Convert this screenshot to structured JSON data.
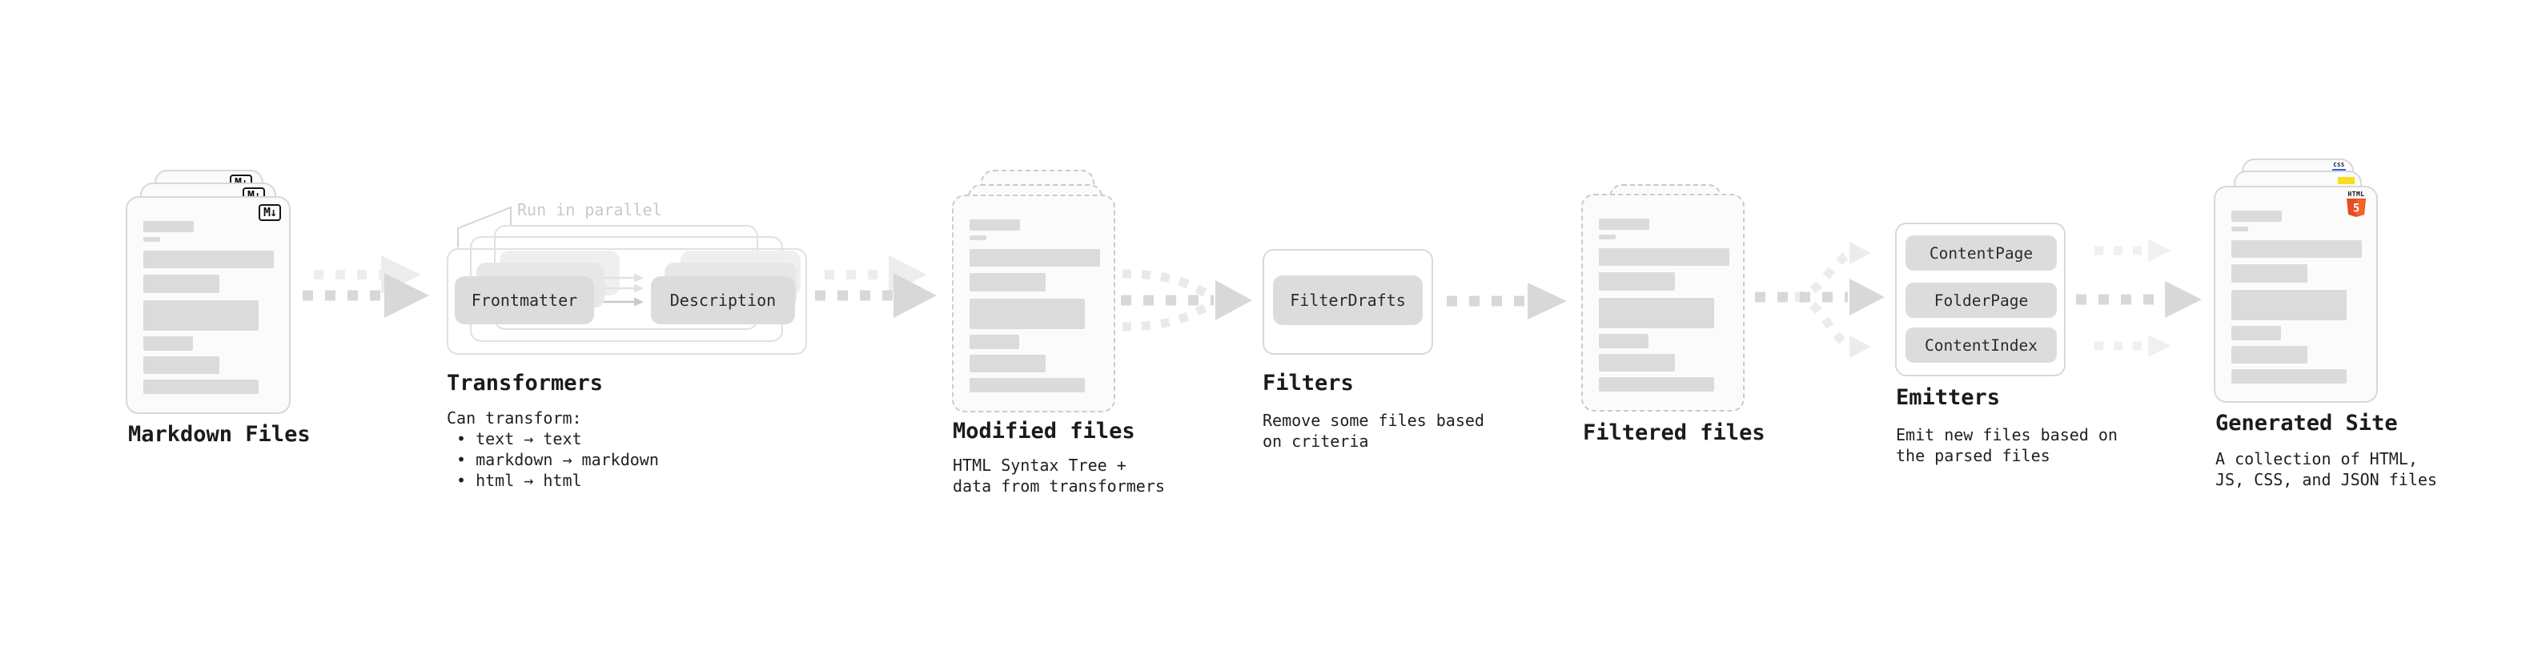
{
  "stages": {
    "markdown": {
      "label": "Markdown Files",
      "badge": "M↓"
    },
    "transformers": {
      "label": "Transformers",
      "note": "Run in parallel",
      "pills": [
        "Frontmatter",
        "Description"
      ],
      "desc_title": "Can transform:",
      "bullet_char": "•",
      "bullets": [
        "text → text",
        "markdown → markdown",
        "html → html"
      ]
    },
    "modified": {
      "label": "Modified files",
      "desc": [
        "HTML Syntax Tree +",
        "data from transformers"
      ]
    },
    "filters": {
      "label": "Filters",
      "pill": "FilterDrafts",
      "desc": [
        "Remove some files based",
        "on criteria"
      ]
    },
    "filtered": {
      "label": "Filtered files"
    },
    "emitters": {
      "label": "Emitters",
      "pills": [
        "ContentPage",
        "FolderPage",
        "ContentIndex"
      ],
      "desc": [
        "Emit new files based on",
        "the parsed files"
      ]
    },
    "generated": {
      "label": "Generated Site",
      "desc": [
        "A collection of HTML,",
        "JS, CSS, and JSON files"
      ],
      "css_badge": "CSS",
      "html_badge": "HTML",
      "html5_number": "5"
    }
  },
  "colors": {
    "arrow_gray": "#d8d8d8",
    "arrow_ghost": "#ededed",
    "html5_orange": "#e44d26",
    "js_yellow": "#f7df1e",
    "css_blue": "#2965f1",
    "skeleton_bar": "#dbdbdb",
    "note_gray": "#c9c9c9"
  }
}
